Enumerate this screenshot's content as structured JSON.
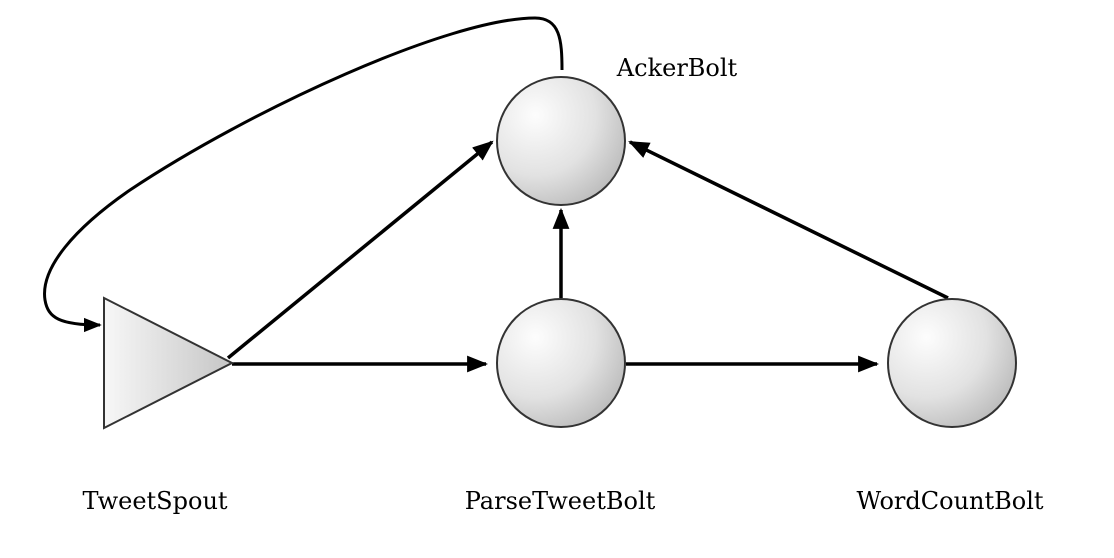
{
  "nodes": {
    "acker": {
      "label": "AckerBolt"
    },
    "spout": {
      "label": "TweetSpout"
    },
    "parse": {
      "label": "ParseTweetBolt"
    },
    "count": {
      "label": "WordCountBolt"
    }
  },
  "colors": {
    "stroke": "#000000",
    "node_fill_light": "#fbfbfb",
    "node_fill_dark": "#bdbdbd"
  }
}
